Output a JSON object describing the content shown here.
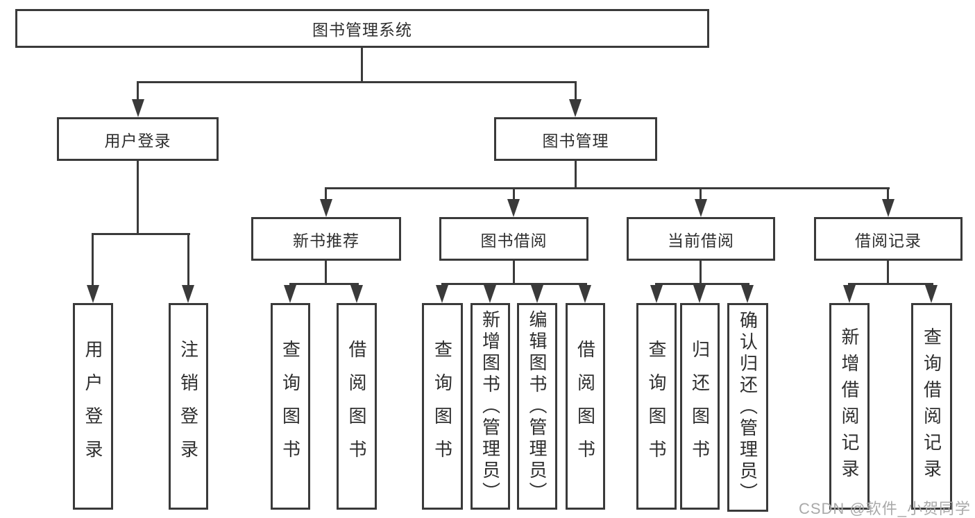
{
  "colors": {
    "line": "#3a3a3a",
    "text": "#2e2e2e",
    "wm": "#a9a9a9",
    "bg": "#ffffff"
  },
  "tree": {
    "root": {
      "label": "图书管理系统"
    },
    "branches": [
      {
        "label": "用户登录",
        "children": [
          {
            "label": "用户登录"
          },
          {
            "label": "注销登录"
          }
        ]
      },
      {
        "label": "图书管理",
        "children": [
          {
            "label": "新书推荐",
            "children": [
              {
                "label": "查询图书"
              },
              {
                "label": "借阅图书"
              }
            ]
          },
          {
            "label": "图书借阅",
            "children": [
              {
                "label": "查询图书"
              },
              {
                "label": "新增图书（管理员）"
              },
              {
                "label": "编辑图书（管理员）"
              },
              {
                "label": "借阅图书"
              }
            ]
          },
          {
            "label": "当前借阅",
            "children": [
              {
                "label": "查询图书"
              },
              {
                "label": "归还图书"
              },
              {
                "label": "确认归还（管理员）"
              }
            ]
          },
          {
            "label": "借阅记录",
            "children": [
              {
                "label": "新增借阅记录"
              },
              {
                "label": "查询借阅记录"
              }
            ]
          }
        ]
      }
    ]
  },
  "watermark": {
    "text": "CSDN @软件_小贺同学"
  }
}
